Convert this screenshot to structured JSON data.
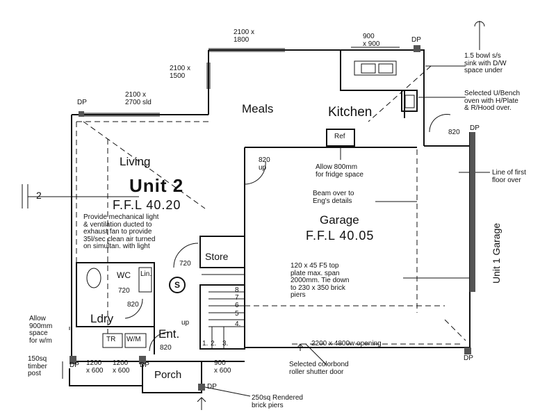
{
  "plan": {
    "unit_name": "Unit 2",
    "unit_ffl": "F.F.L 40.20",
    "rooms": {
      "meals": "Meals",
      "kitchen": "Kitchen",
      "living": "Living",
      "garage": "Garage",
      "garage_ffl": "F.F.L 40.05",
      "store": "Store",
      "wc": "WC",
      "lin": "Lin.",
      "ldry": "Ldry",
      "tr": "TR",
      "wm": "W/M",
      "ent": "Ent.",
      "porch": "Porch",
      "ref": "Ref",
      "s_symbol": "S"
    },
    "windows": {
      "top_2100x1800": [
        "2100 x",
        "1800"
      ],
      "top_900x900": [
        "900",
        "x 900"
      ],
      "w_2100x1500": [
        "2100 x",
        "1500"
      ],
      "w_2100x2700": [
        "2100 x",
        "2700 sld"
      ]
    },
    "doors": {
      "d820_kitchen": "820",
      "d820_garage": [
        "820",
        "up"
      ],
      "d720_store": "720",
      "d720_wc": "720",
      "d820_ldry": "820",
      "d820_ent": "820"
    },
    "dp_labels": [
      "DP",
      "DP",
      "DP",
      "DP",
      "DP",
      "DP",
      "DP"
    ],
    "stairs": {
      "numbers": [
        "1.",
        "2.",
        "3.",
        "4.",
        "5",
        "6",
        "7",
        "8"
      ],
      "up": "up"
    },
    "bottom_windows": {
      "w1": [
        "1200",
        "x 600"
      ],
      "w2": [
        "1200",
        "x 600"
      ],
      "w3": [
        "900",
        "x 600"
      ]
    },
    "section_marker": "2",
    "side_label": "Unit 1 Garage"
  },
  "notes": {
    "sink": [
      "1.5 bowl s/s",
      "sink with D/W",
      "space under"
    ],
    "oven": [
      "Selected U/Bench",
      "oven with H/Plate",
      "& R/Hood over."
    ],
    "fridge": [
      "Allow 800mm",
      "for fridge space"
    ],
    "first_floor": [
      "Line of first",
      "floor over"
    ],
    "beam": [
      "Beam over to",
      "Eng's details"
    ],
    "ventilation": [
      "Provide mechanical light",
      "& ventilation ducted to",
      "exhaust fan to provide",
      "35l/sec clean air turned",
      "on simultan. with light"
    ],
    "plate": [
      "120 x 45 F5 top",
      "plate max. span",
      "2000mm. Tie down",
      "to 230 x 350 brick",
      "piers"
    ],
    "wm_space": [
      "Allow",
      "900mm",
      "space",
      "for w/m"
    ],
    "timber_post": [
      "150sq",
      "timber",
      "post"
    ],
    "opening": "2200 x 4800w opening",
    "roller": [
      "Selected colorbond",
      "roller shutter door"
    ],
    "piers": [
      "250sq Rendered",
      "brick piers"
    ]
  }
}
